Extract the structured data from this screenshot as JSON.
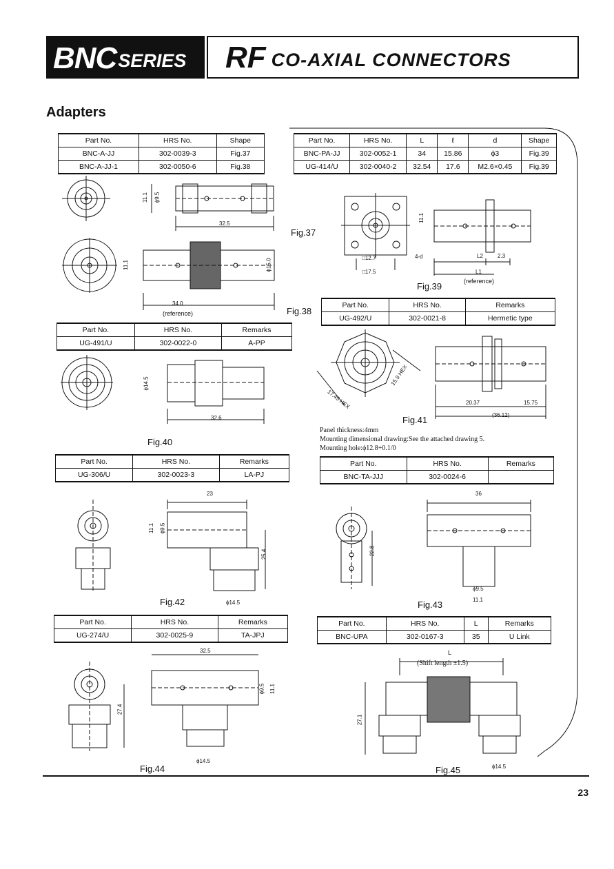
{
  "header": {
    "bnc": "BNC",
    "series": "SERIES",
    "rf": "RF",
    "title": "CO-AXIAL CONNECTORS"
  },
  "section_title": "Adapters",
  "tables": {
    "t1": {
      "headers": [
        "Part No.",
        "HRS No.",
        "Shape"
      ],
      "rows": [
        [
          "BNC-A-JJ",
          "302-0039-3",
          "Fig.37"
        ],
        [
          "BNC-A-JJ-1",
          "302-0050-6",
          "Fig.38"
        ]
      ]
    },
    "t2": {
      "headers": [
        "Part No.",
        "HRS No.",
        "L",
        "ℓ",
        "d",
        "Shape"
      ],
      "rows": [
        [
          "BNC-PA-JJ",
          "302-0052-1",
          "34",
          "15.86",
          "ϕ3",
          "Fig.39"
        ],
        [
          "UG-414/U",
          "302-0040-2",
          "32.54",
          "17.6",
          "M2.6×0.45",
          "Fig.39"
        ]
      ]
    },
    "t3": {
      "headers": [
        "Part No.",
        "HRS No.",
        "Remarks"
      ],
      "rows": [
        [
          "UG-491/U",
          "302-0022-0",
          "A-PP"
        ]
      ]
    },
    "t4": {
      "headers": [
        "Part No.",
        "HRS No.",
        "Remarks"
      ],
      "rows": [
        [
          "UG-492/U",
          "302-0021-8",
          "Hermetic type"
        ]
      ]
    },
    "t5": {
      "headers": [
        "Part No.",
        "HRS No.",
        "Remarks"
      ],
      "rows": [
        [
          "UG-306/U",
          "302-0023-3",
          "LA-PJ"
        ]
      ]
    },
    "t6": {
      "headers": [
        "Part No.",
        "HRS No.",
        "Remarks"
      ],
      "rows": [
        [
          "BNC-TA-JJJ",
          "302-0024-6",
          ""
        ]
      ]
    },
    "t7": {
      "headers": [
        "Part No.",
        "HRS No.",
        "Remarks"
      ],
      "rows": [
        [
          "UG-274/U",
          "302-0025-9",
          "TA-JPJ"
        ]
      ]
    },
    "t8": {
      "headers": [
        "Part No.",
        "HRS No.",
        "L",
        "Remarks"
      ],
      "rows": [
        [
          "BNC-UPA",
          "302-0167-3",
          "35",
          "U Link"
        ]
      ]
    }
  },
  "figures": {
    "fig37": "Fig.37",
    "fig38": "Fig.38",
    "fig39": "Fig.39",
    "fig40": "Fig.40",
    "fig41": "Fig.41",
    "fig42": "Fig.42",
    "fig43": "Fig.43",
    "fig44": "Fig.44",
    "fig45": "Fig.45"
  },
  "dims": {
    "f37_h": "11.1",
    "f37_d": "ϕ9.5",
    "f37_l": "32.5",
    "f38_h": "11.1",
    "f38_d": "ϕ15.0",
    "f38_l": "34.0",
    "f38_ref": "(reference)",
    "f39_h": "11.1",
    "f39_sq1": "□12.7",
    "f39_sq2": "□17.5",
    "f39_holes": "4-d",
    "f39_l2": "L2",
    "f39_t": "2.3",
    "f39_l1": "L1",
    "f39_ref": "(reference)",
    "f40_d": "ϕ14.5",
    "f40_l": "32.6",
    "f41_hex1": "17.45 HEX",
    "f41_hex2": "15.9 HEX",
    "f41_a": "20.37",
    "f41_b": "15.75",
    "f41_c": "(36.12)",
    "f42_w": "23",
    "f42_h": "11.1",
    "f42_d": "ϕ9.5",
    "f42_v": "25.4",
    "f42_d2": "ϕ14.5",
    "f43_w": "36",
    "f43_v": "22.8",
    "f43_d": "ϕ9.5",
    "f43_h": "11.1",
    "f44_w": "32.5",
    "f44_d": "ϕ9.5",
    "f44_h": "11.1",
    "f44_v": "27.4",
    "f44_d2": "ϕ14.5",
    "f45_l": "L",
    "f45_shift": "(Shift length ±1.5)",
    "f45_v": "27.1",
    "f45_d": "ϕ14.5"
  },
  "notes": {
    "panel": "Panel thickness:4mm",
    "mounting": "Mounting dimensional drawing:See the attached drawing 5.",
    "hole": "Mounting hole:ϕ12.8+0.1/0"
  },
  "page_number": "23"
}
